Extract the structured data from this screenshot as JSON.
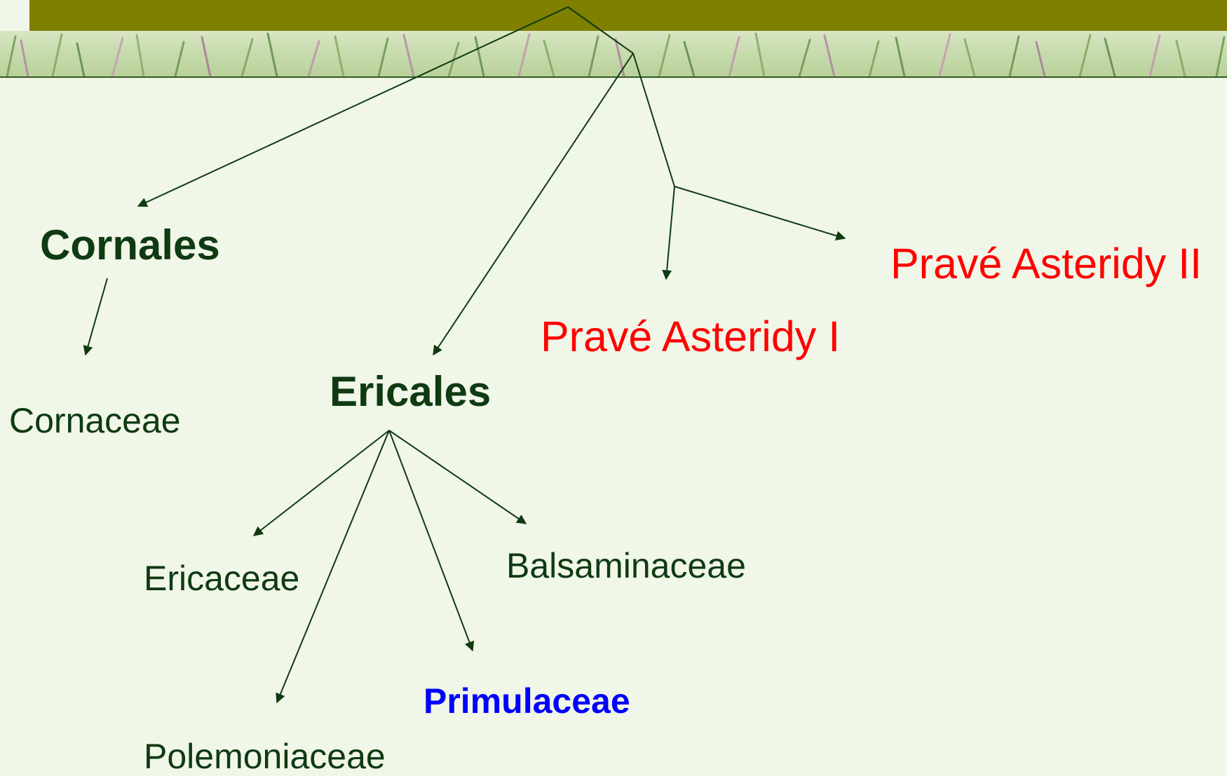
{
  "colors": {
    "background": "#f0f6e8",
    "header_bar": "#7f7f00",
    "text_dark": "#0f3a12",
    "asterid_red": "#ff0000",
    "highlight_blue": "#0000ff",
    "edge": "#0f3a12"
  },
  "nodes": {
    "cornales": "Cornales",
    "cornaceae": "Cornaceae",
    "ericales": "Ericales",
    "ericaceae": "Ericaceae",
    "polemoniaceae": "Polemoniaceae",
    "primulaceae": "Primulaceae",
    "balsaminaceae": "Balsaminaceae",
    "prave_asteridy_1": "Pravé Asteridy I",
    "prave_asteridy_2": "Pravé Asteridy II"
  }
}
